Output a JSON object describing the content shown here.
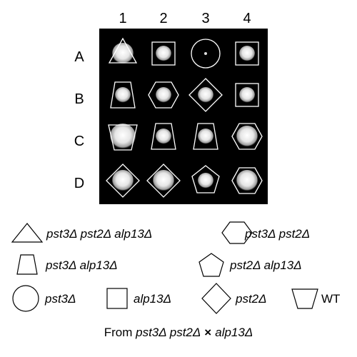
{
  "columns": [
    "1",
    "2",
    "3",
    "4"
  ],
  "rows": [
    "A",
    "B",
    "C",
    "D"
  ],
  "plate": {
    "cells": [
      [
        {
          "shape": "triangle",
          "colony": "large"
        },
        {
          "shape": "square",
          "colony": "medium"
        },
        {
          "shape": "circle",
          "colony": "tiny"
        },
        {
          "shape": "square",
          "colony": "medium"
        }
      ],
      [
        {
          "shape": "trapezoid",
          "colony": "medium"
        },
        {
          "shape": "hexagon",
          "colony": "medium"
        },
        {
          "shape": "diamond",
          "colony": "medium"
        },
        {
          "shape": "square",
          "colony": "medium"
        }
      ],
      [
        {
          "shape": "inverted-trapezoid",
          "colony": "very-large"
        },
        {
          "shape": "trapezoid",
          "colony": "medium"
        },
        {
          "shape": "trapezoid",
          "colony": "medium"
        },
        {
          "shape": "hexagon",
          "colony": "large"
        }
      ],
      [
        {
          "shape": "diamond",
          "colony": "large"
        },
        {
          "shape": "diamond",
          "colony": "large"
        },
        {
          "shape": "pentagon",
          "colony": "medium"
        },
        {
          "shape": "hexagon",
          "colony": "large"
        }
      ]
    ]
  },
  "legend": {
    "triangle": "pst3Δ pst2Δ alp13Δ",
    "hexagon": "pst3Δ pst2Δ",
    "trapezoid": "pst3Δ alp13Δ",
    "pentagon": "pst2Δ alp13Δ",
    "circle": "pst3Δ",
    "square": "alp13Δ",
    "diamond": "pst2Δ",
    "inverted-trapezoid": "WT"
  },
  "caption": {
    "prefix": "From ",
    "parent1": "pst3Δ pst2Δ",
    "cross_symbol": "×",
    "parent2": "alp13Δ"
  },
  "colors": {
    "plate": "#000000",
    "outline_on_plate": "#ffffff",
    "colony": "#f2f2f2",
    "outline_legend": "#000000"
  }
}
